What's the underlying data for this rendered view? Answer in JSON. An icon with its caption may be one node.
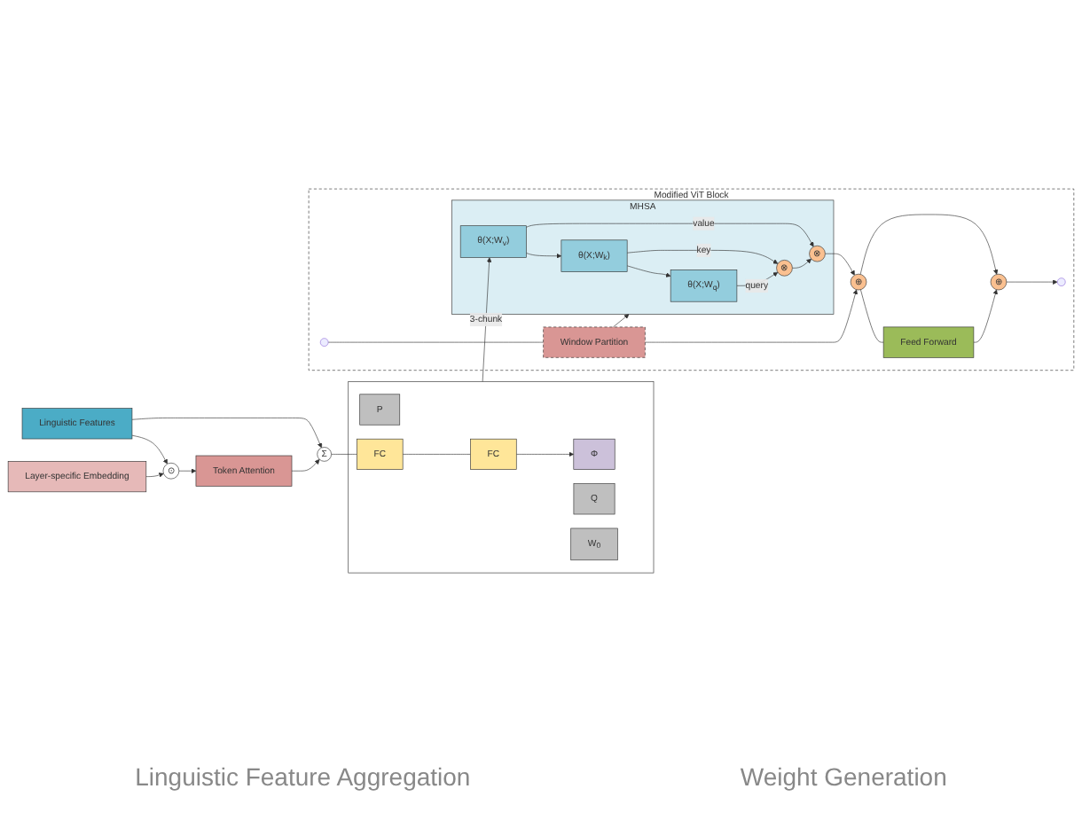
{
  "diagram": {
    "nodes": [
      {
        "text": [
          "Modified ViT Block"
        ]
      },
      {
        "text": [
          "Window Partition"
        ],
        "in": 0
      },
      {
        "text": [
          "MHSA"
        ],
        "in": 0
      },
      {
        "text": [
          "θ(X;W$_{q}$)"
        ],
        "in": 2
      },
      {
        "text": [
          "θ(X;W$_{k}$)"
        ],
        "in": 2
      },
      {
        "text": [
          "θ(X;W$_{v}$)"
        ],
        "in": 2
      },
      {
        "text": [
          "⊗"
        ],
        "in": 2
      },
      {
        "text": [
          "⊗"
        ],
        "in": 2
      },
      {
        "text": [
          "⊕"
        ],
        "in": 0
      },
      {
        "text": [
          "Feed Forward"
        ],
        "in": 0
      },
      {
        "text": [
          "⊕"
        ],
        "in": 0
      },
      {
        "text": [
          "Layer-specific Embedding"
        ]
      },
      {
        "text": [
          "Linguistic Features"
        ]
      },
      {
        "text": [
          "⊙"
        ]
      },
      {
        "text": [
          "Token Attention"
        ]
      },
      {
        "text": [
          "Σ"
        ]
      },
      {
        "text": [],
        "shape": "box"
      },
      {
        "text": [
          "P"
        ],
        "in": 16
      },
      {
        "text": [
          "Φ"
        ],
        "in": 16
      },
      {
        "text": [
          "Q"
        ],
        "in": 16
      },
      {
        "text": [
          "W$_{0}$"
        ],
        "in": 16
      },
      {
        "text": [
          "FC"
        ],
        "in": 16
      },
      {
        "text": [
          "FC"
        ],
        "in": 16
      }
    ],
    "edges": [
      {
        "from": null,
        "to": 1,
        "arrow": "none"
      },
      {
        "from": 1,
        "to": 2,
        "arrow": "to"
      },
      {
        "from": 1,
        "to": 8,
        "arrow": "to"
      },
      {
        "from": 5,
        "to": 4,
        "arrow": "to"
      },
      {
        "from": 4,
        "to": 3,
        "arrow": "to"
      },
      {
        "from": 3,
        "to": 6,
        "arrow": "to",
        "label": "query"
      },
      {
        "from": 4,
        "to": 6,
        "arrow": "to",
        "label": "key"
      },
      {
        "from": 6,
        "to": 7,
        "arrow": "to"
      },
      {
        "from": 5,
        "to": 7,
        "arrow": "to",
        "label": "value"
      },
      {
        "from": 7,
        "to": 8,
        "arrow": "to"
      },
      {
        "from": 8,
        "to": 9,
        "arrow": "none"
      },
      {
        "from": 8,
        "to": 10,
        "arrow": "to"
      },
      {
        "from": 9,
        "to": 10,
        "arrow": "to"
      },
      {
        "from": 10,
        "to": null,
        "arrow": "to"
      },
      {
        "from": 11,
        "to": 13,
        "arrow": "to"
      },
      {
        "from": 12,
        "to": 13,
        "arrow": "to"
      },
      {
        "from": 13,
        "to": 14,
        "arrow": "to"
      },
      {
        "from": 12,
        "to": 15,
        "arrow": "to"
      },
      {
        "from": 14,
        "to": 15,
        "arrow": "to"
      },
      {
        "from": 15,
        "to": 22,
        "arrow": "none"
      },
      {
        "from": 22,
        "to": 21,
        "arrow": "none"
      },
      {
        "from": 21,
        "to": 18,
        "arrow": "to"
      },
      {
        "from": 16,
        "to": 5,
        "arrow": "to",
        "label": "3-chunk"
      }
    ],
    "labels": [
      "Linguistic Feature Aggregation",
      "Weight Generation"
    ]
  }
}
